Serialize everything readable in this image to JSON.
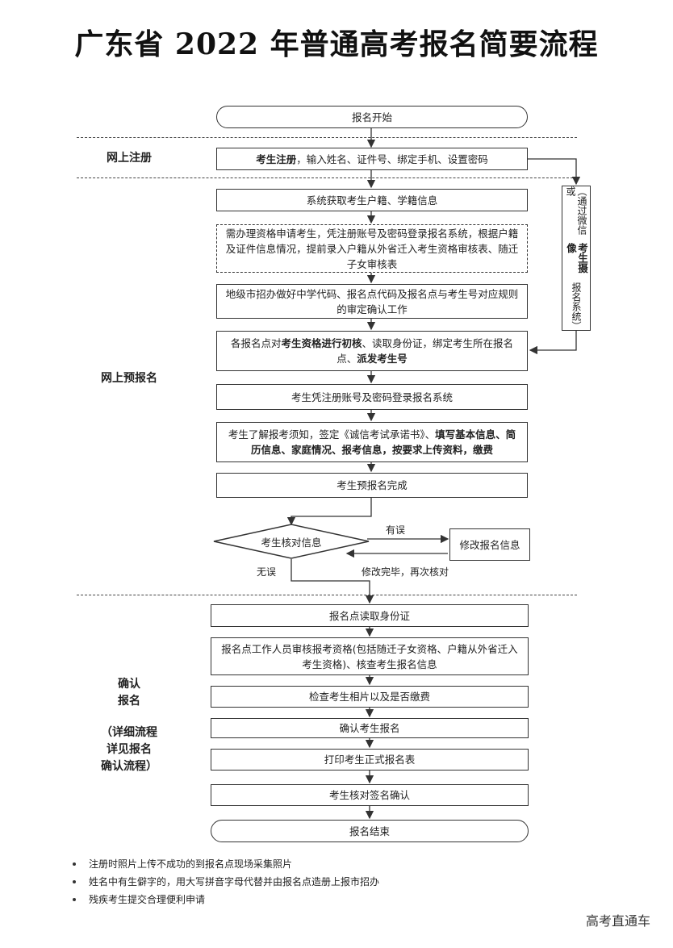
{
  "title": "广东省 2022 年普通高考报名简要流程",
  "stages": {
    "register": "网上注册",
    "pre": "网上预报名",
    "confirm": [
      "确认",
      "报名",
      "（详细流程",
      "详见报名",
      "确认流程）"
    ]
  },
  "nodes": {
    "start": "报名开始",
    "register": {
      "bold": "考生注册",
      "text": "，输入姓名、证件号、绑定手机、设置密码"
    },
    "fetch": "系统获取考生户籍、学籍信息",
    "qualify": "需办理资格申请考生，凭注册账号及密码登录报名系统，根据户籍及证件信息情况，提前录入户籍从外省迁入考生资格审核表、随迁子女审核表",
    "city": "地级市招办做好中学代码、报名点代码及报名点与考生号对应规则的审定确认工作",
    "point": {
      "t1": "各报名点对",
      "b1": "考生资格进行初核",
      "t2": "、读取身份证，绑定考生所在报名点、",
      "b2": "派发考生号"
    },
    "login": "考生凭注册账号及密码登录报名系统",
    "fill": {
      "t1": "考生了解报考须知，签定《诚信考试承诺书》、",
      "b1": "填写基本信息、简历信息、家庭情况、报考信息，按要求上传资料，缴费"
    },
    "done": "考生预报名完成",
    "check": "考生核对信息",
    "modify": "修改报名信息",
    "read_id": "报名点读取身份证",
    "review": "报名点工作人员审核报考资格(包括随迁子女资格、户籍从外省迁入考生资格)、核查考生报名信息",
    "photo": "检查考生相片以及是否缴费",
    "confirm": "确认考生报名",
    "print": "打印考生正式报名表",
    "sign": "考生核对签名确认",
    "end": "报名结束"
  },
  "side_box": {
    "part1": "（通过微信或",
    "bold": "考生摄像",
    "part2": "报名系统）"
  },
  "edge_labels": {
    "error": "有误",
    "ok": "无误",
    "redo": "修改完毕，再次核对"
  },
  "notes": [
    "注册时照片上传不成功的到报名点现场采集照片",
    "姓名中有生僻字的，用大写拼音字母代替并由报名点造册上报市招办",
    "残疾考生提交合理便利申请"
  ],
  "footer": "高考直通车"
}
